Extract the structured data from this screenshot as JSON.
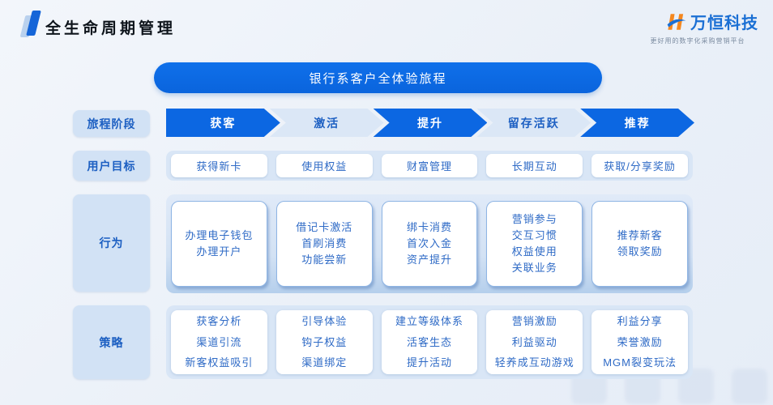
{
  "page": {
    "title": "全生命周期管理"
  },
  "logo": {
    "company_name": "万恒科技",
    "tagline": "更好用的数字化采购营销平台",
    "mark_icon": "wh-logo-mark",
    "brand_blue": "#1a6fd4",
    "brand_orange": "#f5881f"
  },
  "banner": {
    "text": "银行系客户全体验旅程"
  },
  "row_labels": {
    "stage": "旅程阶段",
    "goal": "用户目标",
    "behavior": "行为",
    "strategy": "策略"
  },
  "stages": [
    {
      "label": "获客",
      "variant": "solid"
    },
    {
      "label": "激活",
      "variant": "light"
    },
    {
      "label": "提升",
      "variant": "solid"
    },
    {
      "label": "留存活跃",
      "variant": "light"
    },
    {
      "label": "推荐",
      "variant": "solid"
    }
  ],
  "goals": [
    "获得新卡",
    "使用权益",
    "财富管理",
    "长期互动",
    "获取/分享奖励"
  ],
  "behaviors": [
    [
      "办理电子钱包",
      "办理开户"
    ],
    [
      "借记卡激活",
      "首刷消费",
      "功能尝新"
    ],
    [
      "绑卡消费",
      "首次入金",
      "资产提升"
    ],
    [
      "营销参与",
      "交互习惯",
      "权益使用",
      "关联业务"
    ],
    [
      "推荐新客",
      "领取奖励"
    ]
  ],
  "strategies": [
    [
      "获客分析",
      "渠道引流",
      "新客权益吸引"
    ],
    [
      "引导体验",
      "钩子权益",
      "渠道绑定"
    ],
    [
      "建立等级体系",
      "活客生态",
      "提升活动"
    ],
    [
      "营销激励",
      "利益驱动",
      "轻养成互动游戏"
    ],
    [
      "利益分享",
      "荣誉激励",
      "MGM裂变玩法"
    ]
  ],
  "colors": {
    "primary_blue": "#0c67e2",
    "light_blue_strip": "#d9e6f6",
    "label_bg": "#d2e2f5",
    "text_blue": "#2e6ac6",
    "background": "#eaf0f8"
  }
}
